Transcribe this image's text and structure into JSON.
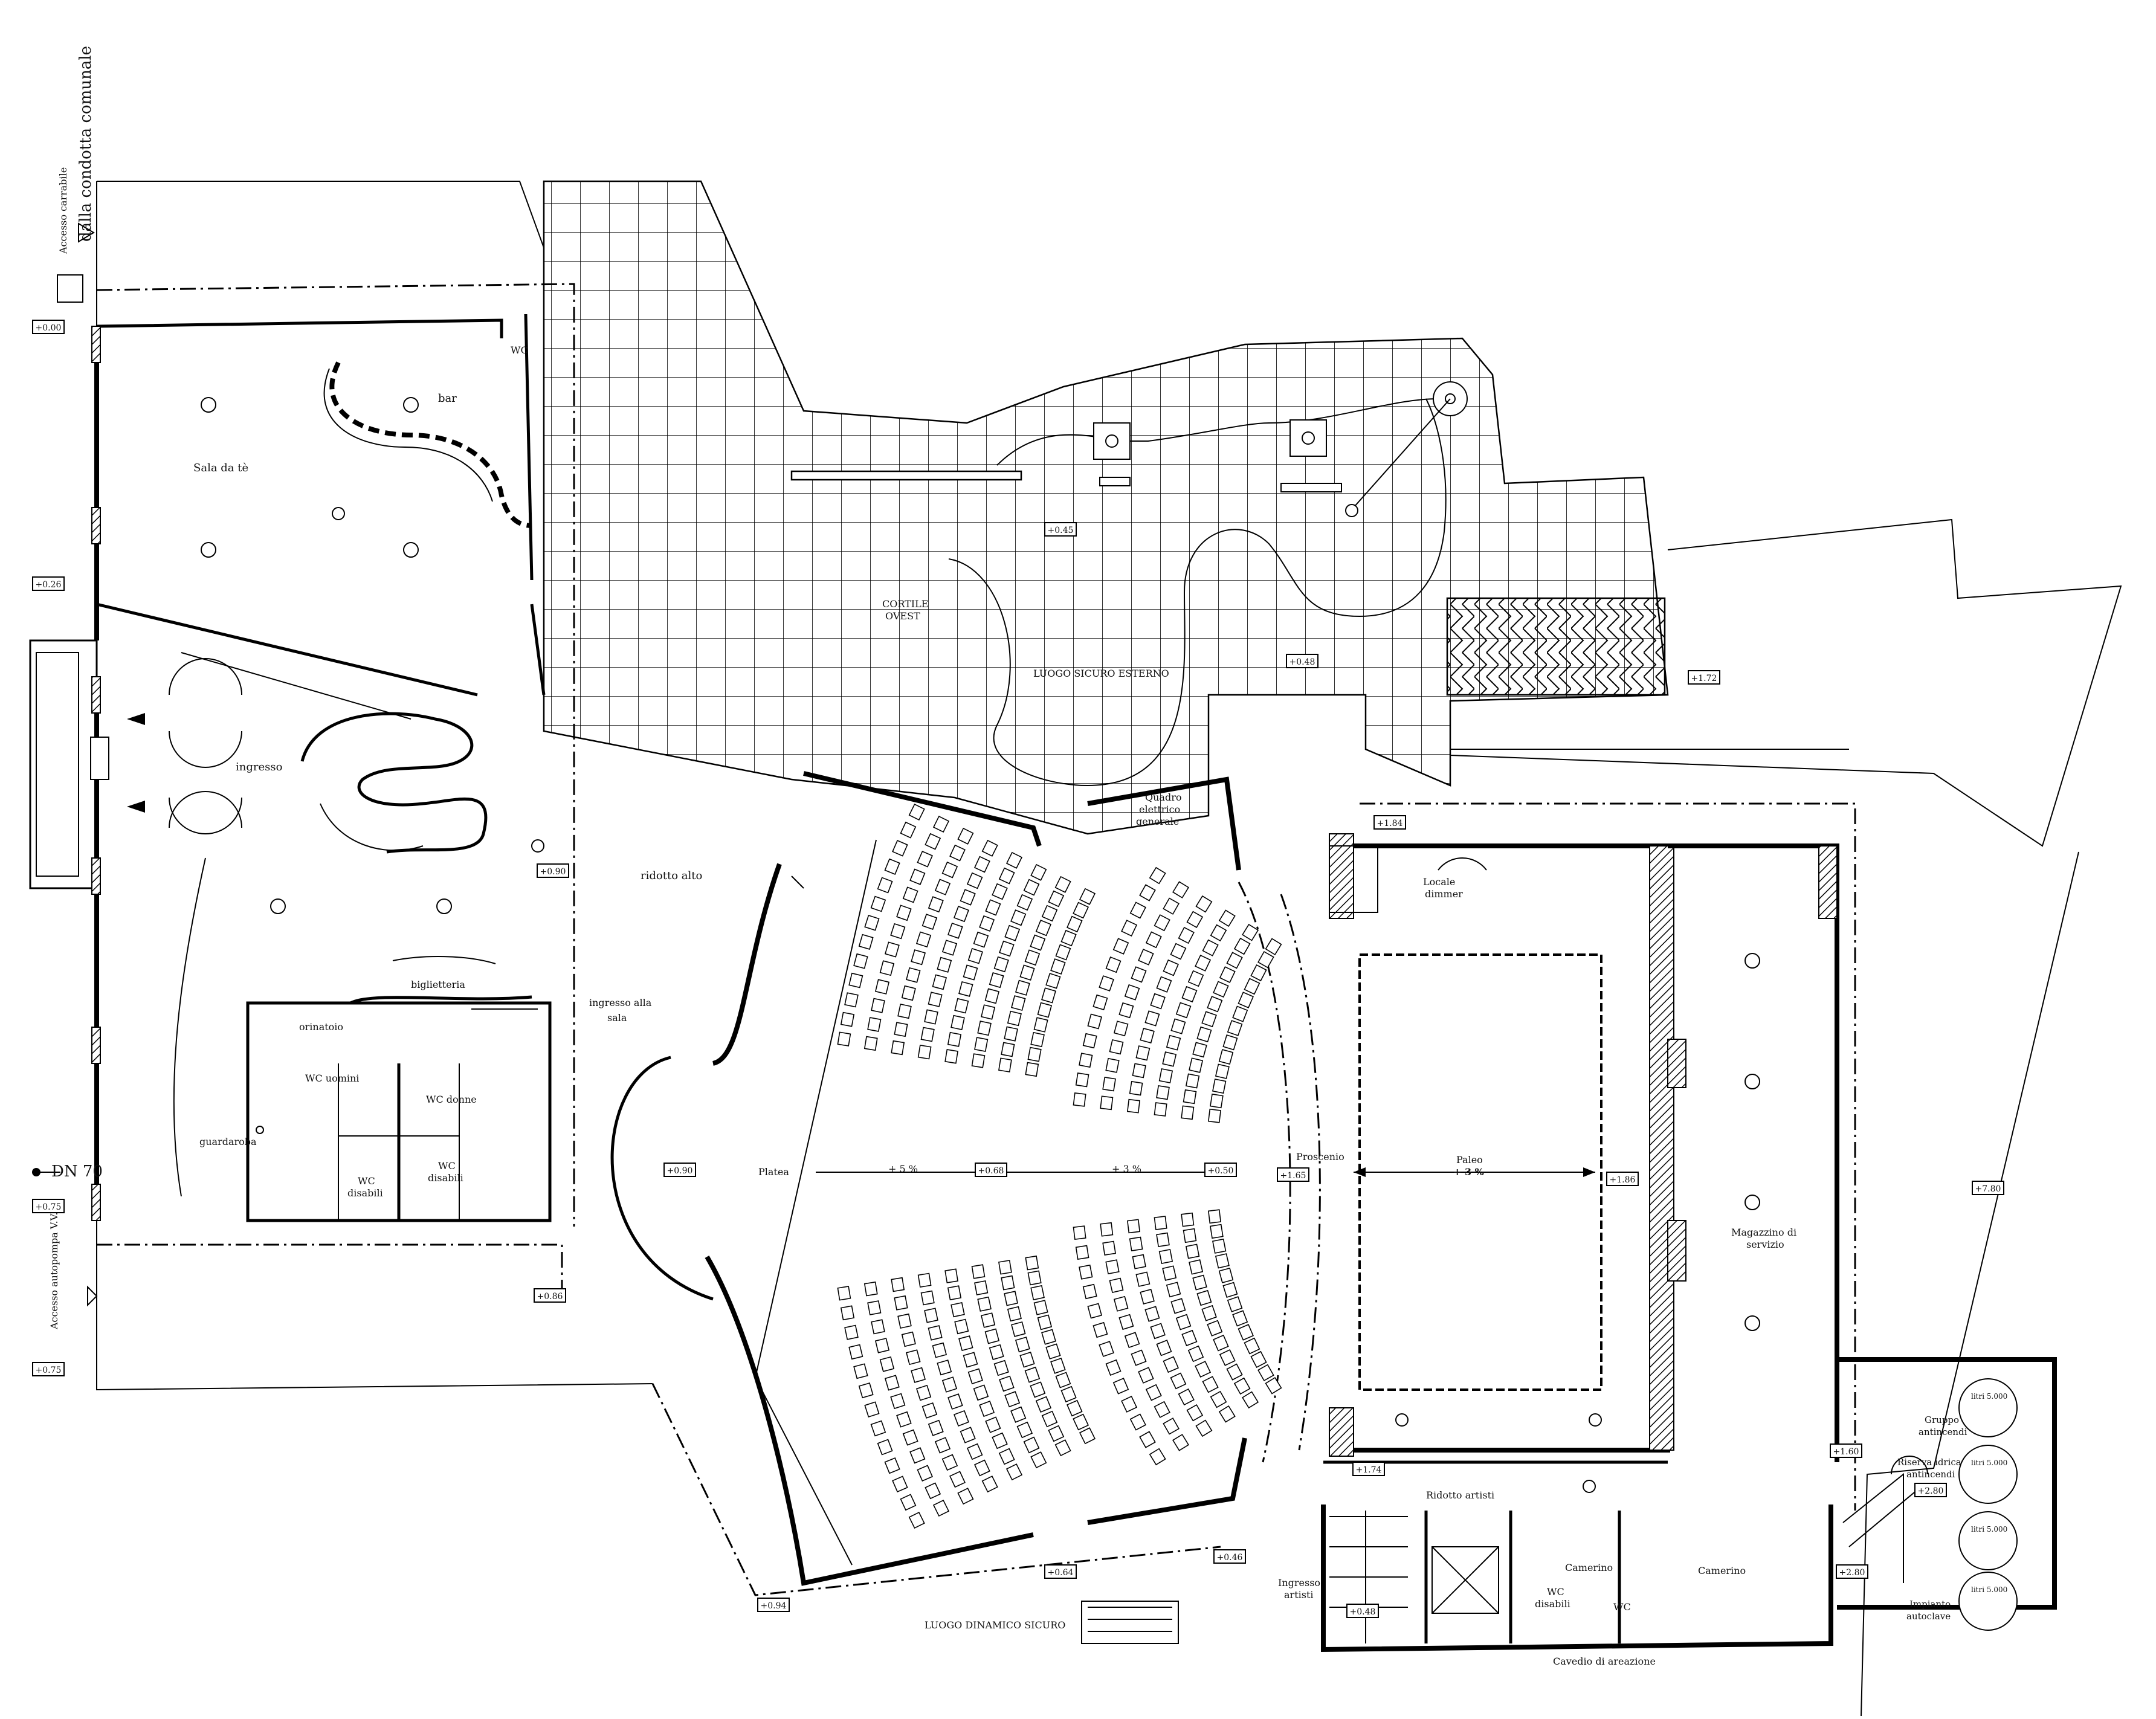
{
  "drawing": {
    "top_note": "dalla condotta comunale",
    "vehicle_access": "Accesso carrabile",
    "fire_access": "Accesso autopompa V.V.F.",
    "dn": "DN 70"
  },
  "rooms": {
    "sala_te": "Sala da tè",
    "bar": "bar",
    "wc_top": "WC",
    "ingresso": "ingresso",
    "ridotto_alto": "ridotto alto",
    "biglietteria": "biglietteria",
    "ingresso_sala_1": "ingresso alla",
    "ingresso_sala_2": "sala",
    "orinatoio": "orinatoio",
    "wc_uomini": "WC  uomini",
    "wc_donne": "WC donne",
    "wc_disabili_1a": "WC",
    "wc_disabili_1b": "disabili",
    "wc_disabili_2a": "WC",
    "wc_disabili_2b": "disabili",
    "guardaroba": "guardaroba",
    "cortile_1": "CORTILE",
    "cortile_2": "OVEST",
    "luogo_sicuro": "LUOGO SICURO ESTERNO",
    "quadro_1": "Quadro",
    "quadro_2": "elettrico",
    "quadro_3": "generale",
    "locale_dimmer_1": "Locale",
    "locale_dimmer_2": "dimmer",
    "platea": "Platea",
    "boccascena": "Proscenio",
    "paleo_1": "Paleo",
    "paleo_2": "+ 3 %",
    "magazzino_1": "Magazzino di",
    "magazzino_2": "servizio",
    "ridotto_artisti": "Ridotto artisti",
    "ingresso_artisti_1": "Ingresso",
    "ingresso_artisti_2": "artisti",
    "luogo_dinamico": "LUOGO DINAMICO SICURO",
    "camerino_1": "Camerino",
    "camerino_2": "Camerino",
    "wc_dis_3a": "WC",
    "wc_dis_3b": "disabili",
    "wc_small": "WC",
    "cavedio": "Cavedio di areazione",
    "gruppo_1": "Gruppo",
    "gruppo_2": "antincendi",
    "riserva_1": "Riserva idrica",
    "riserva_2": "antincendi",
    "impianto_1": "Impianto",
    "impianto_2": "autoclave",
    "tank1": "litri 5.000",
    "tank2": "litri 5.000",
    "tank3": "litri 5.000",
    "tank4": "litri 5.000"
  },
  "levels": {
    "l000": "+0.00",
    "l026": "+0.26",
    "l075a": "+0.75",
    "l075b": "+0.75",
    "l045": "+0.45",
    "l048a": "+0.48",
    "l172": "+1.72",
    "l184": "+1.84",
    "l090a": "+0.90",
    "l090b": "+0.90",
    "l086": "+0.86",
    "l068": "+0.68",
    "l050": "+0.50",
    "l165": "+1.65",
    "l186": "+1.86",
    "l780": "+7.80",
    "l174": "+1.74",
    "l160": "+1.60",
    "l280a": "+2.80",
    "l280b": "+2.80",
    "l094": "+0.94",
    "l064": "+0.64",
    "l046": "+0.46",
    "l048b": "+0.48"
  },
  "slopes": {
    "s5": "+ 5 %",
    "s3": "+ 3 %"
  }
}
